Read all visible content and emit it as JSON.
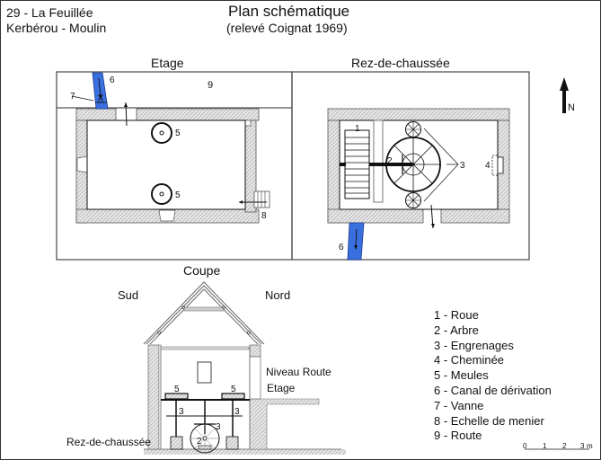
{
  "header": {
    "location_line1": "29 - La Feuillée",
    "location_line2": "Kerbérou - Moulin",
    "title": "Plan schématique",
    "subtitle": "(relevé Coignat 1969)"
  },
  "plans": {
    "etage": {
      "title": "Etage",
      "labels": {
        "canal": "6",
        "vanne": "7",
        "route": "9",
        "meule_top": "5",
        "meule_bottom": "5",
        "echelle": "8"
      }
    },
    "rez": {
      "title": "Rez-de-chaussée",
      "labels": {
        "roue": "1",
        "arbre": "2",
        "engrenages": "3",
        "cheminee": "4",
        "canal": "6"
      }
    }
  },
  "north_arrow": {
    "label": "N"
  },
  "coupe": {
    "title": "Coupe",
    "south": "Sud",
    "north": "Nord",
    "niveau_route": "Niveau Route",
    "etage": "Etage",
    "rez": "Rez-de-chaussée",
    "labels": {
      "meule_left": "5",
      "meule_right": "5",
      "gear_left": "3",
      "gear_right": "3",
      "gear_center": "3",
      "arbre": "2"
    }
  },
  "legend": {
    "items": [
      "1 - Roue",
      "2 - Arbre",
      "3 - Engrenages",
      "4 - Cheminée",
      "5 - Meules",
      "6 - Canal de dérivation",
      "7 - Vanne",
      "8 - Echelle de menier",
      "9 - Route"
    ]
  },
  "scale_bar": {
    "ticks": [
      "0",
      "1",
      "2",
      "3"
    ],
    "unit": "m"
  },
  "colors": {
    "water": "#3a6fe0",
    "wall_hatch": "#999999",
    "line": "#111111",
    "frame": "#555555"
  }
}
